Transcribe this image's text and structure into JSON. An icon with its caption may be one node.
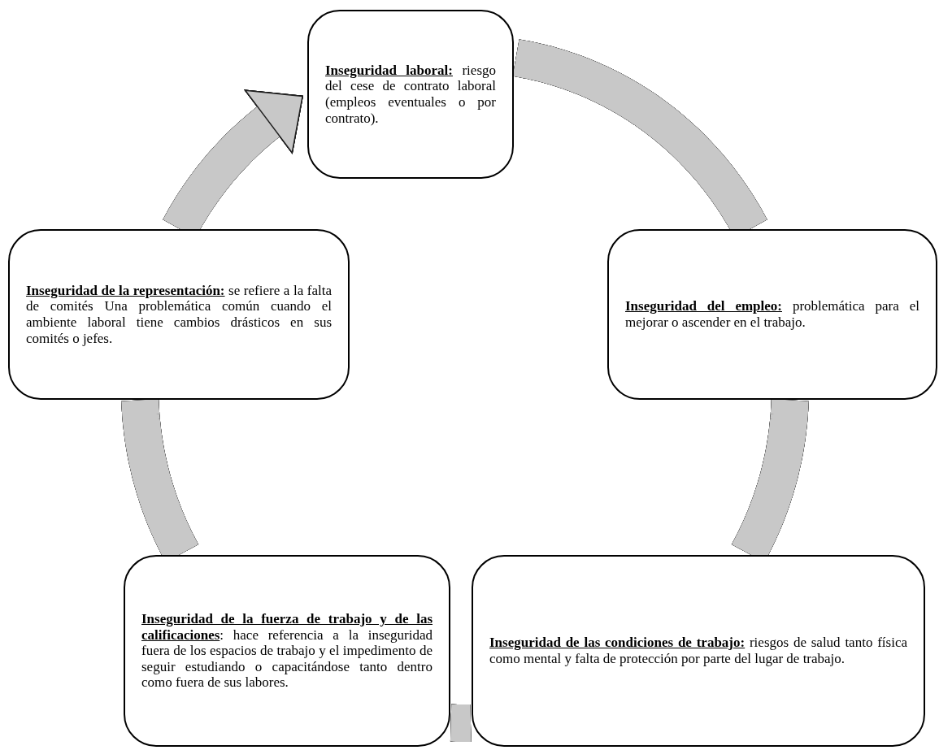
{
  "diagram": {
    "nodes": [
      {
        "text": [
          "**Inseguridad laboral:** riesgo del cese de contrato laboral (empleos eventuales o por contrato)."
        ]
      },
      {
        "text": [
          "**Inseguridad del empleo:** problemática para el mejorar o ascender en el trabajo."
        ]
      },
      {
        "text": [
          "**Inseguridad de las condiciones de trabajo:** riesgos de salud tanto física como mental y falta de protección por parte del lugar de trabajo."
        ]
      },
      {
        "text": [
          "**Inseguridad de la fuerza de trabajo y de las calificaciones**: hace referencia a la inseguridad fuera de los espacios de trabajo y el impedimento de seguir estudiando o capacitándose tanto dentro como fuera de sus labores."
        ]
      },
      {
        "text": [
          "**Inseguridad de la representación:** se refiere a la falta de comités Una problemática común cuando el ambiente laboral tiene cambios drásticos en sus comités o jefes."
        ]
      }
    ],
    "edges": [
      {
        "from": 0,
        "to": 1,
        "arrow": "none"
      },
      {
        "from": 1,
        "to": 2,
        "arrow": "none"
      },
      {
        "from": 2,
        "to": 3,
        "arrow": "none"
      },
      {
        "from": 3,
        "to": 4,
        "arrow": "none"
      },
      {
        "from": 4,
        "to": 0,
        "arrow": "to"
      }
    ]
  }
}
